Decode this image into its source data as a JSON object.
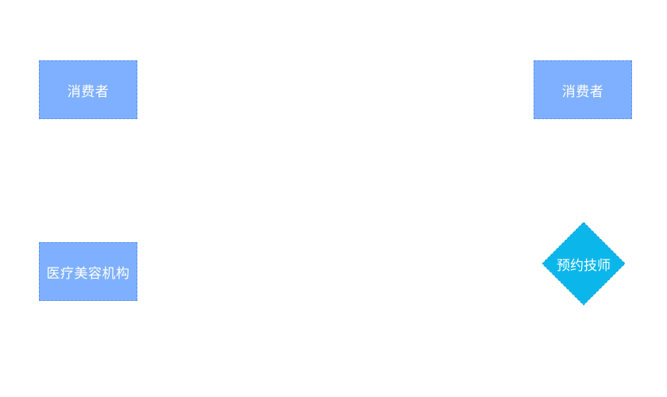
{
  "diagram": {
    "nodes": {
      "consumer_left": {
        "label": "消费者",
        "shape": "rectangle",
        "fill": "#7fb0ff",
        "border": "#5a91f0"
      },
      "consumer_right": {
        "label": "消费者",
        "shape": "rectangle",
        "fill": "#7fb0ff",
        "border": "#5a91f0"
      },
      "org_left": {
        "label": "医疗美容机构",
        "shape": "rectangle",
        "fill": "#7fb0ff",
        "border": "#5a91f0"
      },
      "decision_right": {
        "label": "预约技师",
        "shape": "diamond",
        "fill": "#0bb7ea",
        "border": "#08a2d6"
      }
    }
  }
}
